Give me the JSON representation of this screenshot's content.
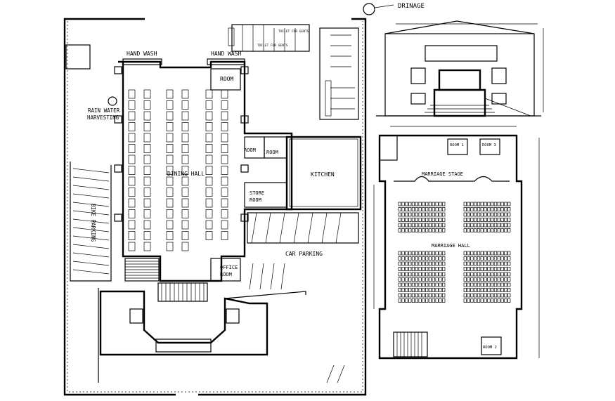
{
  "labels": {
    "drainage": "DRINAGE",
    "hand_wash_left": "HAND WASH",
    "hand_wash_right": "HAND WASH",
    "room_top": "ROOM",
    "rain_water_1": "RAIN WATER",
    "rain_water_2": "HARVESTING",
    "dining_hall": "DINING HALL",
    "room_a": "ROOM",
    "room_b": "ROOM",
    "kitchen": "KITCHEN",
    "store_1": "STORE",
    "store_2": "ROOM",
    "bike_parking": "BIKE PARKING",
    "car_parking": "CAR PARKING",
    "office_1": "OFFICE",
    "office_2": "ROOM",
    "toilet_1": "TOILET FOR GENTS",
    "toilet_2": "TOILET FOR GENTS",
    "room_1": "ROOM 1",
    "room_2": "ROOM 2",
    "room_3": "ROOM 3",
    "marriage_stage": "MARRIAGE STAGE",
    "marriage_hall": "MARRIAGE HALL"
  }
}
